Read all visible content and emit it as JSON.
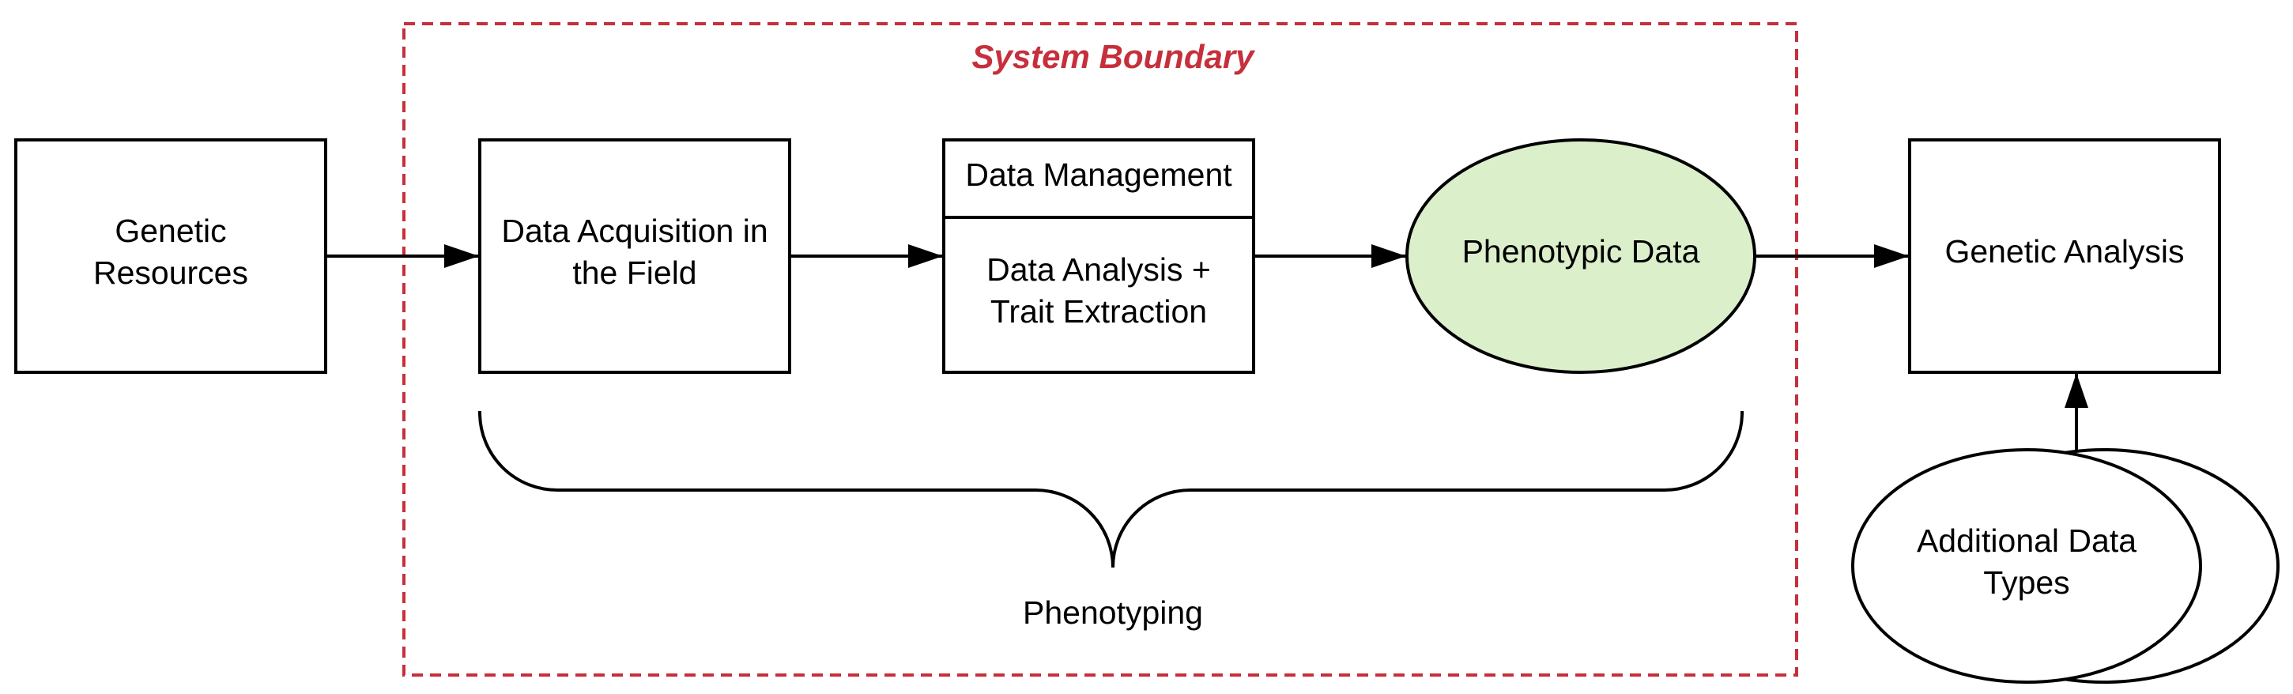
{
  "colors": {
    "boundary": "#c62f3b",
    "stroke": "#000000",
    "phenotypic_fill": "#dcefcb",
    "background": "#ffffff"
  },
  "diagram": {
    "boundary_title": "System Boundary",
    "nodes": {
      "genetic_resources": {
        "line1": "Genetic",
        "line2": "Resources"
      },
      "data_acquisition": {
        "line1": "Data Acquisition in",
        "line2": "the Field"
      },
      "data_management": {
        "header": "Data Management",
        "line1": "Data Analysis +",
        "line2": "Trait Extraction"
      },
      "phenotypic_data": {
        "label": "Phenotypic Data"
      },
      "genetic_analysis": {
        "label": "Genetic Analysis"
      },
      "additional_data_types": {
        "line1": "Additional Data",
        "line2": "Types"
      }
    },
    "brace_label": "Phenotyping"
  }
}
